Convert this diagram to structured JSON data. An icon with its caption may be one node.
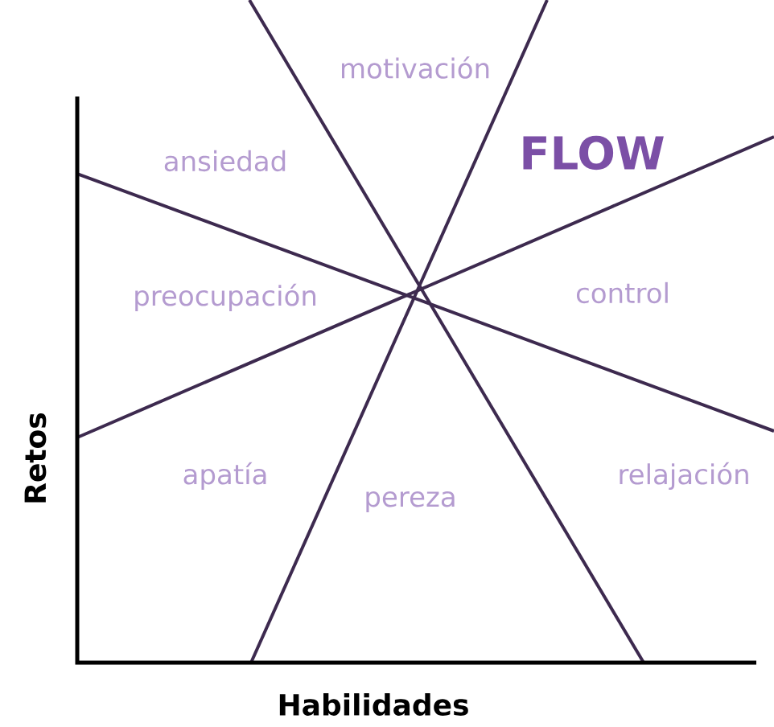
{
  "diagram": {
    "labels": [
      "motivación",
      "ansiedad",
      "FLOW",
      "preocupación",
      "control",
      "apatía",
      "pereza",
      "relajación",
      "Retos",
      "Habilidades"
    ]
  }
}
